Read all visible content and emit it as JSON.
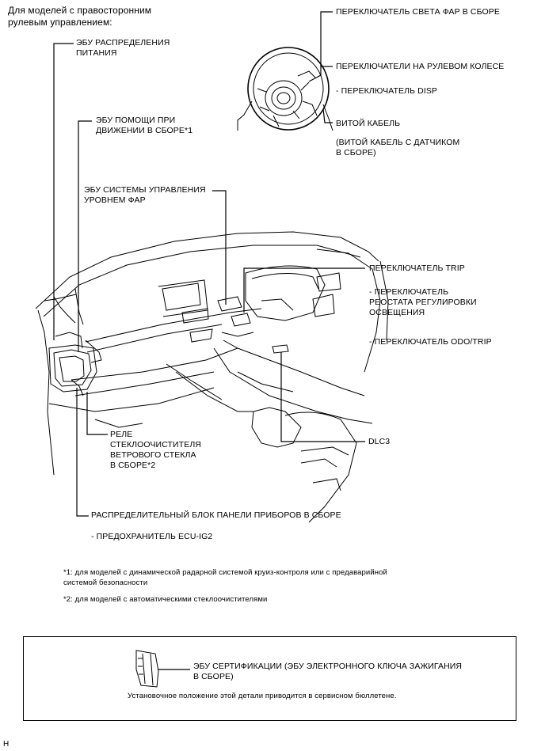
{
  "header": {
    "title": "Для моделей с правосторонним\nрулевым управлением:"
  },
  "labels": {
    "headlight_switch": "ПЕРЕКЛЮЧАТЕЛЬ СВЕТА ФАР В СБОРЕ",
    "steering_pad_switches": "ПЕРЕКЛЮЧАТЕЛИ НА РУЛЕВОМ КОЛЕСЕ",
    "disp_switch": "- ПЕРЕКЛЮЧАТЕЛЬ DISP",
    "spiral_cable": "ВИТОЙ КАБЕЛЬ",
    "spiral_cable_sensor": "(ВИТОЙ КАБЕЛЬ С ДАТЧИКОМ\nВ СБОРЕ)",
    "power_dist_ecu": "ЭБУ РАСПРЕДЕЛЕНИЯ\nПИТАНИЯ",
    "driving_support_ecu": "ЭБУ ПОМОЩИ ПРИ\nДВИЖЕНИИ В СБОРЕ*1",
    "headlight_leveling_ecu": "ЭБУ СИСТЕМЫ УПРАВЛЕНИЯ\nУРОВНЕМ ФАР",
    "trip_switch": "ПЕРЕКЛЮЧАТЕЛЬ TRIP",
    "rheostat_switch": "- ПЕРЕКЛЮЧАТЕЛЬ\nРЕОСТАТА РЕГУЛИРОВКИ\nОСВЕЩЕНИЯ",
    "odo_trip_switch": "- ПЕРЕКЛЮЧАТЕЛЬ ODO/TRIP",
    "wiper_relay": "РЕЛЕ\nСТЕКЛООЧИСТИТЕЛЯ\nВЕТРОВОГО СТЕКЛА\nВ СБОРЕ*2",
    "dlc3": "DLC3",
    "junction_block": "РАСПРЕДЕЛИТЕЛЬНЫЙ БЛОК ПАНЕЛИ ПРИБОРОВ В СБОРЕ",
    "fuse": "- ПРЕДОХРАНИТЕЛЬ ECU-IG2"
  },
  "footnotes": {
    "note1": "*1: для моделей с динамической радарной системой круиз-контроля или с предаварийной\nсистемой безопасности",
    "note2": "*2: для моделей с автоматическими стеклоочистителями"
  },
  "box": {
    "certification_ecu": "ЭБУ СЕРТИФИКАЦИИ (ЭБУ ЭЛЕКТРОННОГО КЛЮЧА ЗАЖИГАНИЯ\nВ СБОРЕ)",
    "service_note": "Установочное положение этой детали приводится в сервисном бюллетене."
  },
  "corner_mark": "H"
}
